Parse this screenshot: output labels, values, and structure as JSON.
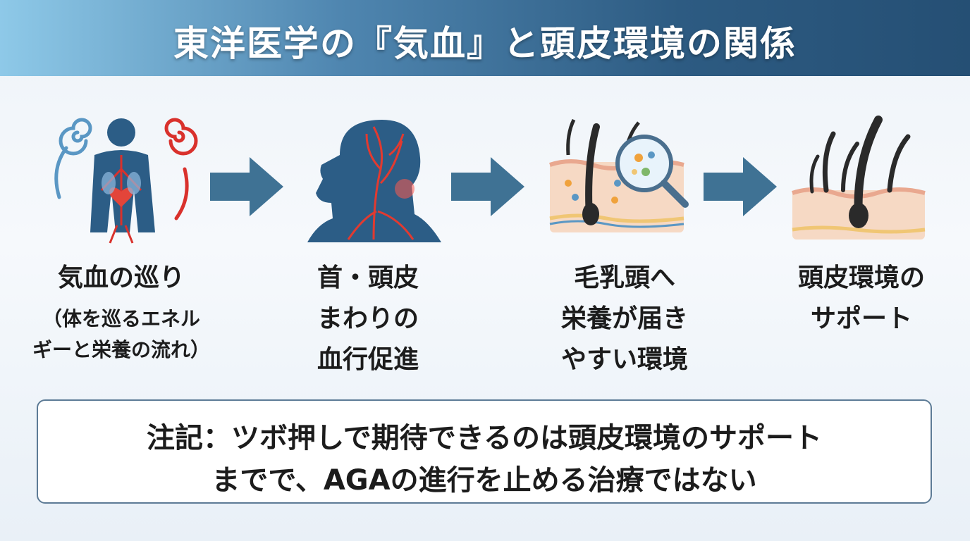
{
  "title": "東洋医学の『気血』と頭皮環境の関係",
  "steps": [
    {
      "label": "気血の巡り",
      "sub1": "（体を巡るエネル",
      "sub2": "ギーと栄養の流れ）",
      "icon": "body-energy-flow-icon"
    },
    {
      "line1": "首・頭皮",
      "line2": "まわりの",
      "line3": "血行促進",
      "icon": "head-neck-blood-vessels-icon"
    },
    {
      "line1": "毛乳頭へ",
      "line2": "栄養が届き",
      "line3": "やすい環境",
      "icon": "hair-follicle-nutrients-icon"
    },
    {
      "line1": "頭皮環境の",
      "line2": "サポート",
      "icon": "healthy-hair-scalp-icon"
    }
  ],
  "note": {
    "line1": "注記：ツボ押しで期待できるのは頭皮環境のサポート",
    "line2": "までで、AGAの進行を止める治療ではない"
  },
  "colors": {
    "arrow": "#3f7294",
    "header_dark": "#254f74",
    "vessel_red": "#d9312c",
    "body_blue": "#2c5d86"
  }
}
